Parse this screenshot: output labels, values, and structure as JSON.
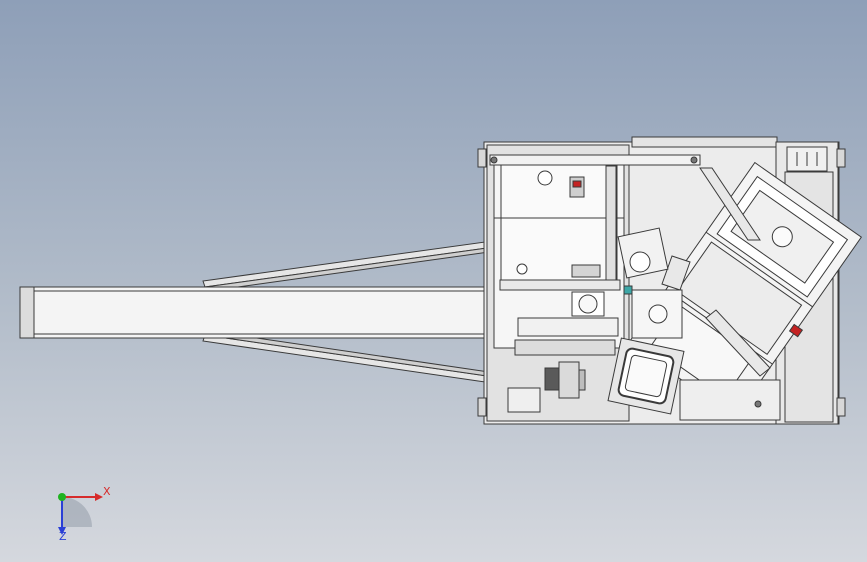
{
  "view": {
    "background_top": "#8e9fb8",
    "background_bottom": "#d5d8de",
    "model_color": "#ebebeb",
    "edge_color": "#3a3a3a",
    "accent_red": "#c42222",
    "accent_teal": "#3ca6a6"
  },
  "triad": {
    "x_label": "X",
    "z_label": "Z",
    "x_color": "#d62b2b",
    "y_color": "#1fb31f",
    "z_color": "#2a3fd6"
  },
  "components": [
    "conveyor-beam",
    "support-strut-upper",
    "support-strut-lower",
    "main-frame",
    "inner-cabinet",
    "rotated-station",
    "side-panel",
    "motor-unit",
    "inspection-window"
  ]
}
